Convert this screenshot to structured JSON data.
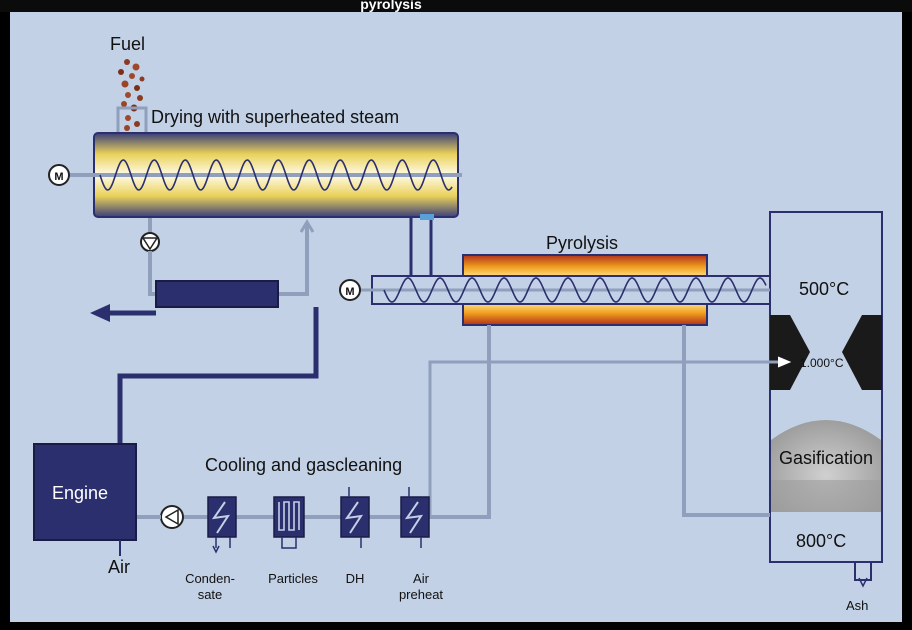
{
  "labels": {
    "header": "pyrolysis",
    "fuel": "Fuel",
    "drying": "Drying with superheated steam",
    "pyrolysis": "Pyrolysis",
    "temp_500": "500°C",
    "temp_1000": "1.000°C",
    "gasification": "Gasification",
    "temp_800": "800°C",
    "ash": "Ash",
    "engine": "Engine",
    "air": "Air",
    "cooling": "Cooling and gascleaning",
    "condensate_1": "Conden-",
    "condensate_2": "sate",
    "particles": "Particles",
    "dh": "DH",
    "air_preheat_1": "Air",
    "air_preheat_2": "preheat",
    "motor": "M"
  },
  "colors": {
    "background": "#c2d1e6",
    "pipe": "#8f9fbc",
    "dark_blue": "#2b2f6e",
    "reactor_black": "#1a1a1a",
    "char_grey": "#b3b3b3"
  }
}
